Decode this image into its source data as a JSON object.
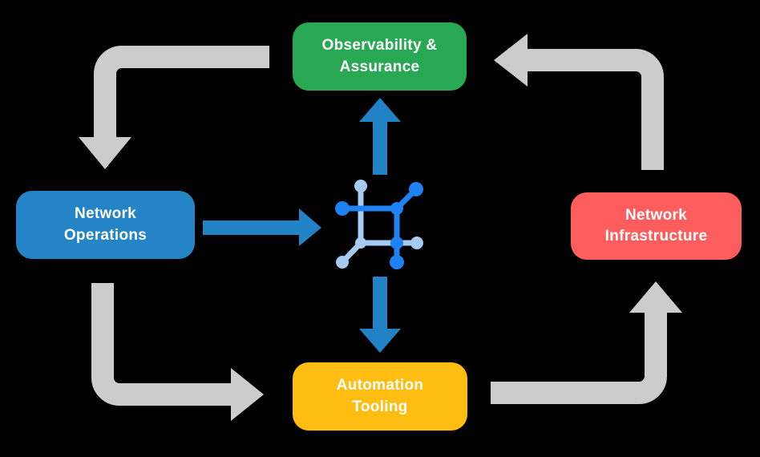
{
  "colors": {
    "background": "#000000",
    "node_green": "#29A853",
    "node_blue": "#2484C6",
    "node_red": "#FE5D5E",
    "node_yellow": "#FFBD11",
    "node_text": "#FFFFFF",
    "arrow_gray": "#CCCCCC",
    "arrow_blue": "#2182C6",
    "icon_dark": "#1F82F2",
    "icon_light": "#A6CBF2"
  },
  "nodes": {
    "observability": {
      "line1": "Observability &",
      "line2": "Assurance"
    },
    "operations": {
      "line1": "Network",
      "line2": "Operations"
    },
    "infrastructure": {
      "line1": "Network",
      "line2": "Infrastructure"
    },
    "automation": {
      "line1": "Automation",
      "line2": "Tooling"
    }
  },
  "center_icon": {
    "name": "network-mesh-icon"
  }
}
